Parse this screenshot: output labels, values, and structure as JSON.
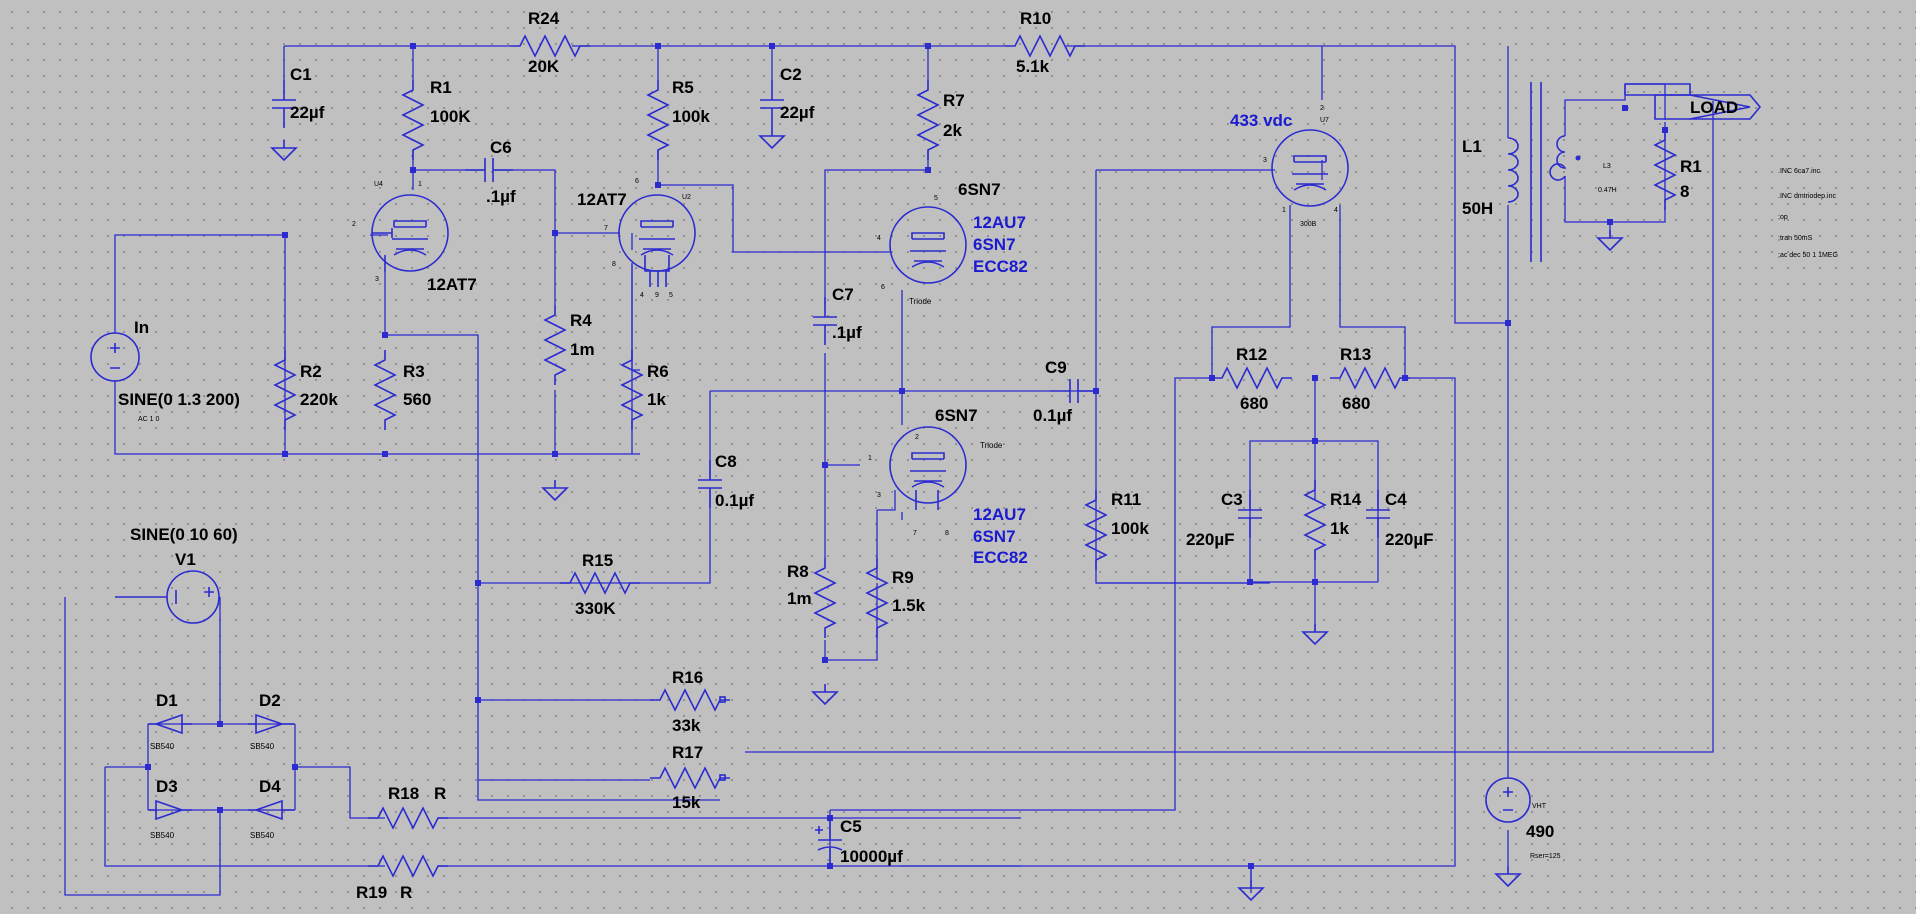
{
  "components": {
    "r24": {
      "ref": "R24",
      "value": "20K"
    },
    "r10": {
      "ref": "R10",
      "value": "5.1k"
    },
    "c1": {
      "ref": "C1",
      "value": "22µf"
    },
    "r1": {
      "ref": "R1",
      "value": "100K"
    },
    "r5": {
      "ref": "R5",
      "value": "100k"
    },
    "c2": {
      "ref": "C2",
      "value": "22µf"
    },
    "r7": {
      "ref": "R7",
      "value": "2k"
    },
    "c6": {
      "ref": "C6",
      "value": ".1µf"
    },
    "u4": {
      "ref": "U4",
      "model": "12AT7",
      "p1": "1",
      "p2": "2",
      "p3": "3"
    },
    "u2": {
      "ref": "U2",
      "model": "12AT7",
      "p6": "6",
      "p7": "7",
      "p8": "8",
      "p4": "4",
      "p9": "9",
      "p5": "5"
    },
    "u5": {
      "model": "6SN7",
      "alt1": "12AU7",
      "alt2": "6SN7",
      "alt3": "ECC82",
      "type": "Triode",
      "p5": "5",
      "p4": "4",
      "p6": "6"
    },
    "u6": {
      "model": "6SN7",
      "alt1": "12AU7",
      "alt2": "6SN7",
      "alt3": "ECC82",
      "type": "Triode",
      "p2": "2",
      "p1": "1",
      "p3": "3",
      "p7": "7",
      "p8": "8"
    },
    "u7": {
      "ref": "U7",
      "model": "300B",
      "bias": "433 vdc",
      "p2": "2",
      "p3": "3",
      "p1": "1",
      "p4": "4"
    },
    "c7": {
      "ref": "C7",
      "value": ".1µf"
    },
    "r2": {
      "ref": "R2",
      "value": "220k"
    },
    "r3": {
      "ref": "R3",
      "value": "560"
    },
    "r4": {
      "ref": "R4",
      "value": "1m"
    },
    "r6": {
      "ref": "R6",
      "value": "1k"
    },
    "in_src": {
      "ref": "In",
      "value": "SINE(0 1.3 200)",
      "ac": "AC 1 0"
    },
    "c8": {
      "ref": "C8",
      "value": "0.1µf"
    },
    "c9": {
      "ref": "C9",
      "value": "0.1µf"
    },
    "r11": {
      "ref": "R11",
      "value": "100k"
    },
    "r12": {
      "ref": "R12",
      "value": "680"
    },
    "r13": {
      "ref": "R13",
      "value": "680"
    },
    "c3": {
      "ref": "C3",
      "value": "220µF"
    },
    "r14": {
      "ref": "R14",
      "value": "1k"
    },
    "c4": {
      "ref": "C4",
      "value": "220µF"
    },
    "r8": {
      "ref": "R8",
      "value": "1m"
    },
    "r9": {
      "ref": "R9",
      "value": "1.5k"
    },
    "r15": {
      "ref": "R15",
      "value": "330K"
    },
    "r16": {
      "ref": "R16",
      "value": "33k"
    },
    "r17": {
      "ref": "R17",
      "value": "15k"
    },
    "r18": {
      "ref": "R18",
      "value": "R"
    },
    "r19": {
      "ref": "R19",
      "value": "R"
    },
    "c5": {
      "ref": "C5",
      "value": "10000µf"
    },
    "v1": {
      "ref": "V1",
      "value": "SINE(0 10 60)"
    },
    "d1": {
      "ref": "D1",
      "model": "SB540"
    },
    "d2": {
      "ref": "D2",
      "model": "SB540"
    },
    "d3": {
      "ref": "D3",
      "model": "SB540"
    },
    "d4": {
      "ref": "D4",
      "model": "SB540"
    },
    "l1": {
      "ref": "L1",
      "value": "50H"
    },
    "l3": {
      "ref": "L3",
      "value": "0.47H"
    },
    "r1_load": {
      "ref": "R1",
      "value": "8"
    },
    "load": {
      "label": "LOAD"
    },
    "vht": {
      "ref": "VHT",
      "value": "490",
      "rser": "Rser=125"
    }
  },
  "directives": [
    ".INC 6ca7.inc",
    ".INC dmtriodep.inc",
    ";op",
    ";tran 50mS",
    ";ac dec 50 1 1MEG"
  ],
  "colors": {
    "wire": "#2b2bd0",
    "background": "#c0c0c0",
    "grid": "#8a8a8a",
    "highlight_text": "#1a1ad0"
  }
}
